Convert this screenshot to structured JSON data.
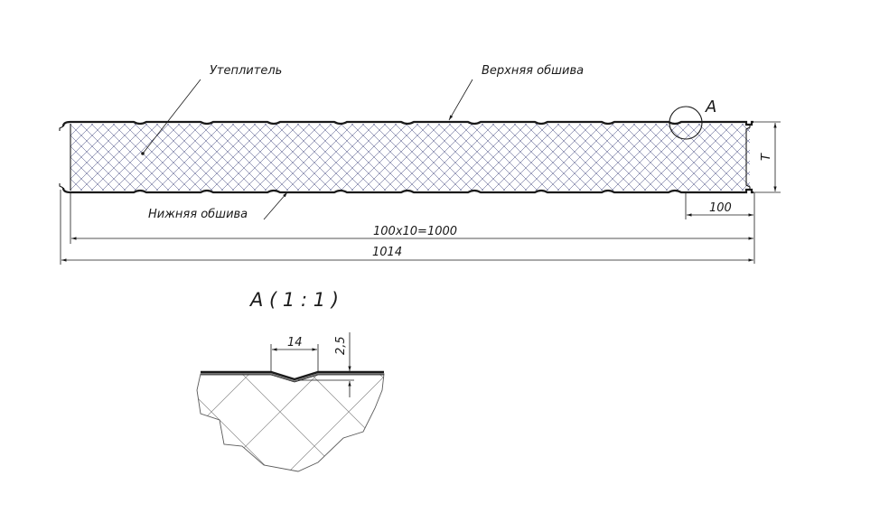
{
  "labels": {
    "insulation": "Утеплитель",
    "top_skin": "Верхняя обшива",
    "bottom_skin": "Нижняя обшива",
    "callout": "A",
    "detail_title": "A ( 1 : 1 )"
  },
  "dimensions": {
    "thickness": "T",
    "lock_width": "100",
    "ribs": "100x10=1000",
    "overall": "1014",
    "detail_rib_width": "14",
    "detail_rib_depth": "2,5"
  },
  "colors": {
    "line": "#1a1a1a",
    "hatch": "#3a3f7a"
  }
}
